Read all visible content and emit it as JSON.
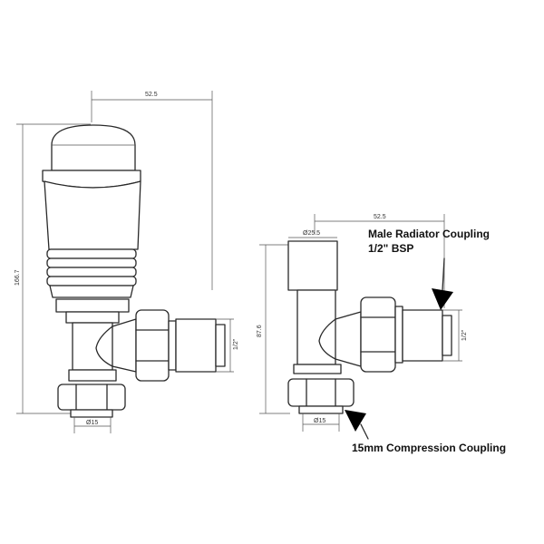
{
  "left_view": {
    "width_dim": "52.5",
    "height_dim": "166.7",
    "pipe_dim": "Ø15",
    "thread_dim": "1/2\""
  },
  "right_view": {
    "width_dim": "52.5",
    "body_dim": "Ø25.5",
    "height_dim": "87.6",
    "pipe_dim": "Ø15",
    "thread_dim": "1/2\""
  },
  "callouts": {
    "male_coupling_line1": "Male Radiator Coupling",
    "male_coupling_line2": "1/2\" BSP",
    "compression_coupling": "15mm Compression Coupling"
  }
}
